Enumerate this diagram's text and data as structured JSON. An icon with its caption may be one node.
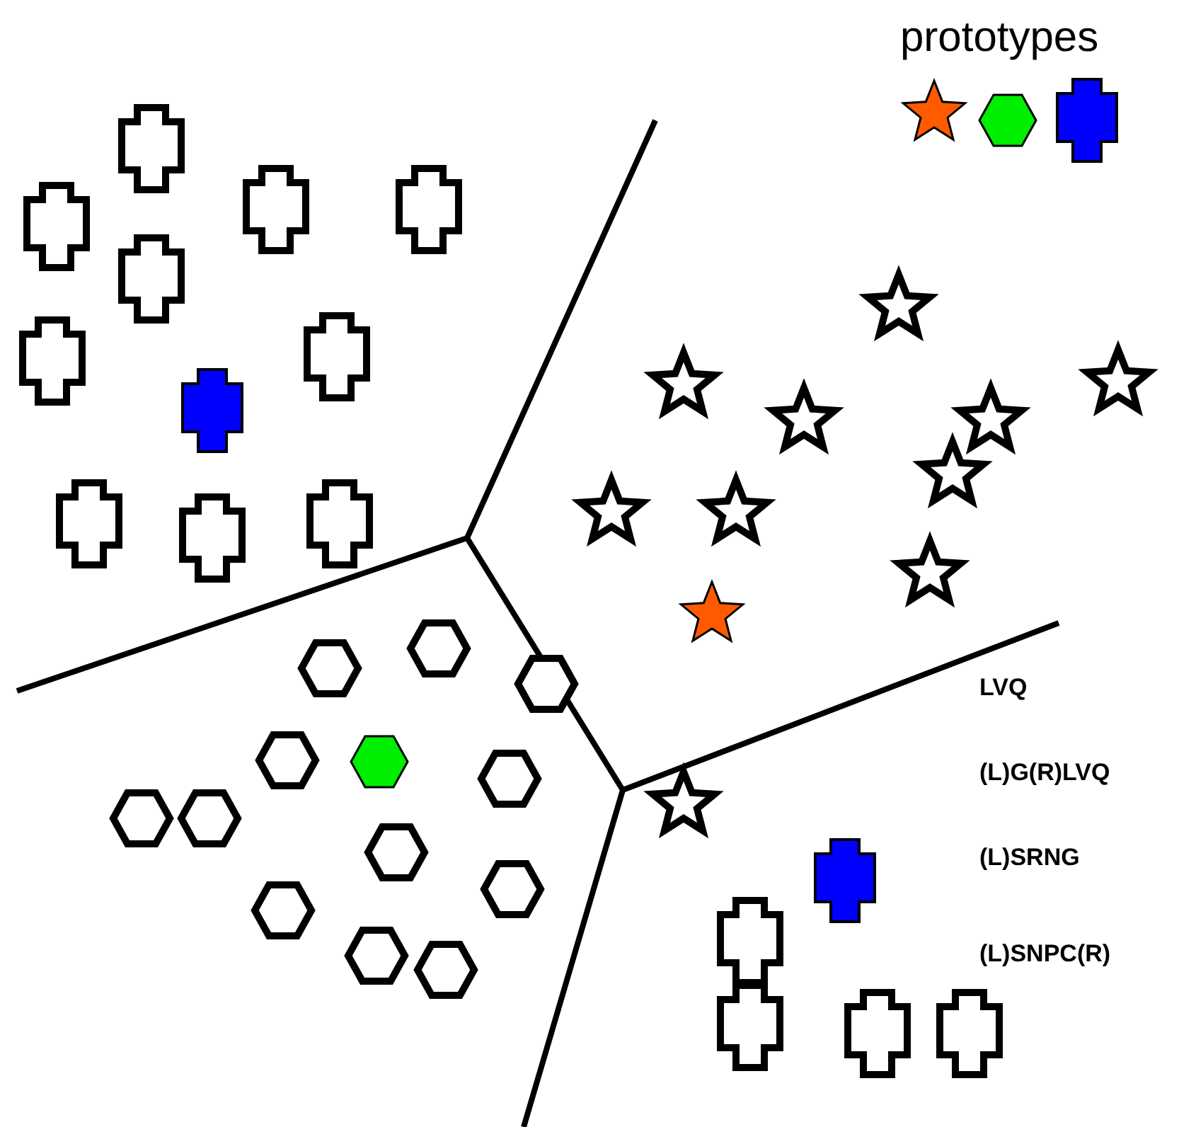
{
  "diagram": {
    "labels": [
      "prototypes",
      "LVQ",
      "(L)G(R)LVQ",
      "(L)SRNG",
      "(L)SNPC(R)"
    ]
  }
}
